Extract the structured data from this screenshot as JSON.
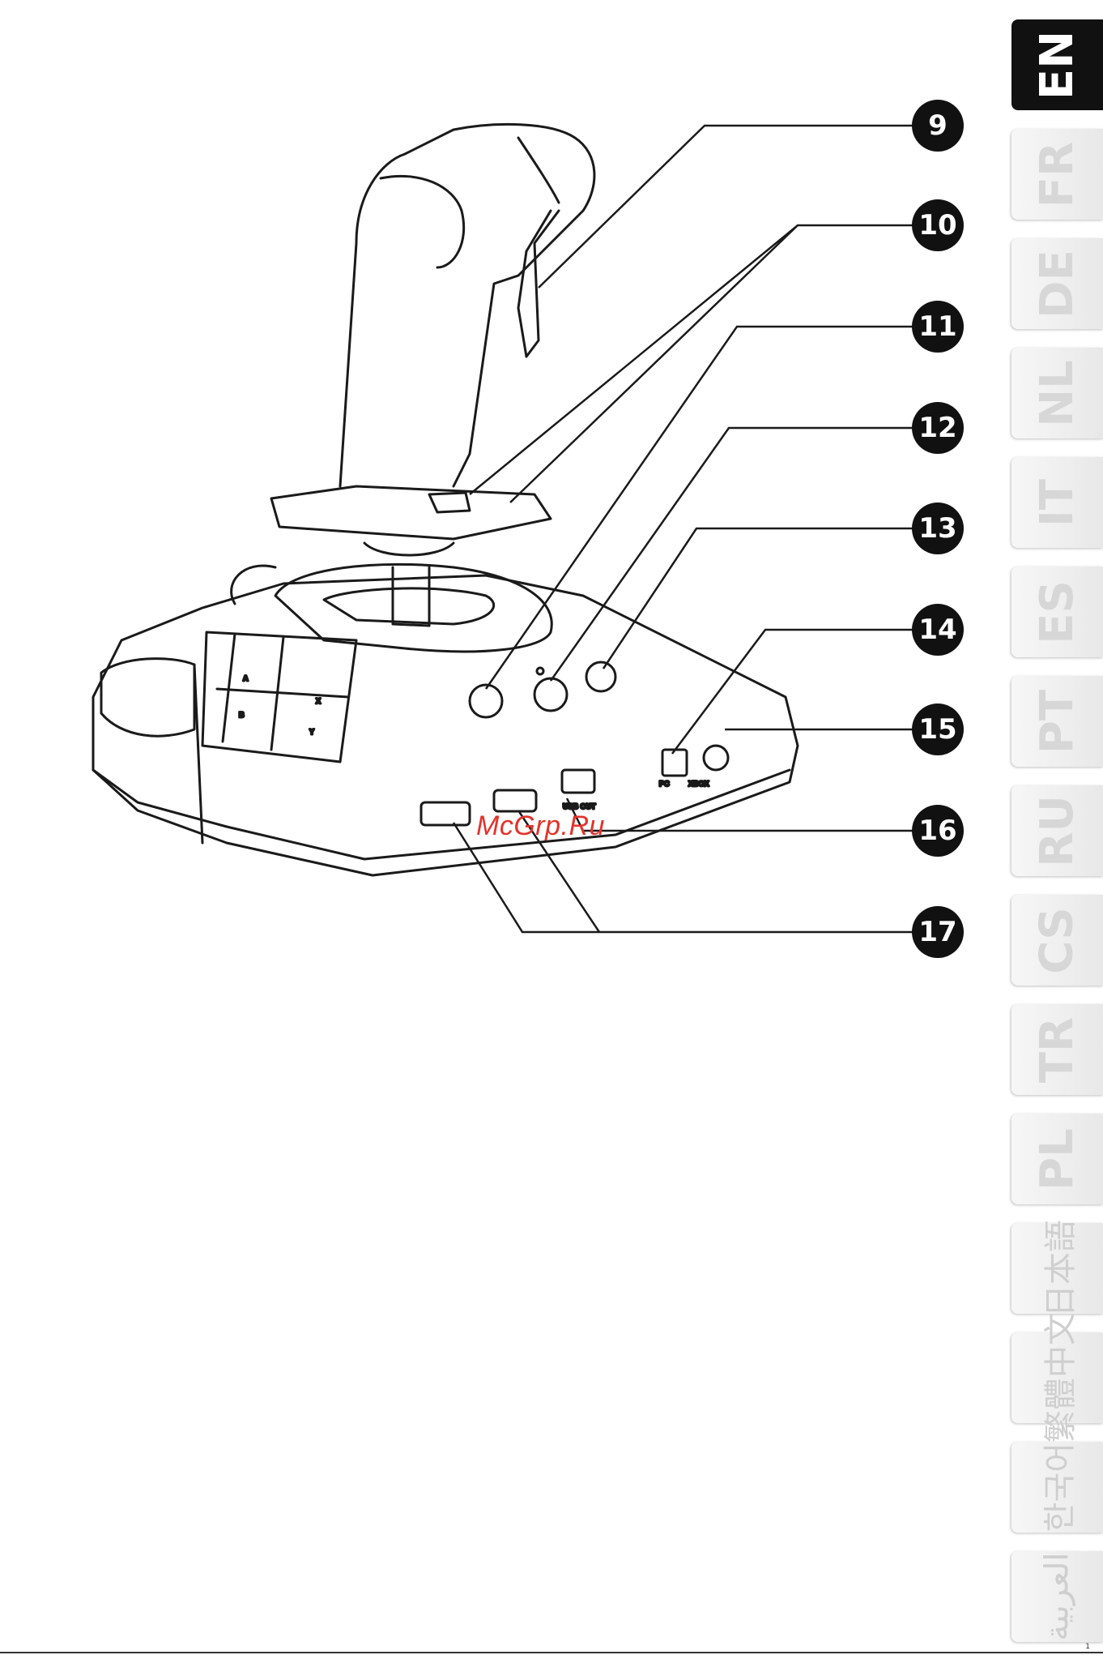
{
  "callouts": [
    "9",
    "10",
    "11",
    "12",
    "13",
    "14",
    "15",
    "16",
    "17"
  ],
  "base": {
    "button_labels": [
      "A",
      "B",
      "X",
      "Y"
    ],
    "port_labels": {
      "usb_out": "USB OUT",
      "pc": "PC",
      "xbox": "XBOX"
    }
  },
  "watermark": "McGrp.Ru",
  "languages": [
    {
      "code": "EN",
      "active": true
    },
    {
      "code": "FR"
    },
    {
      "code": "DE"
    },
    {
      "code": "NL"
    },
    {
      "code": "IT"
    },
    {
      "code": "ES"
    },
    {
      "code": "PT"
    },
    {
      "code": "RU"
    },
    {
      "code": "CS"
    },
    {
      "code": "TR"
    },
    {
      "code": "PL"
    },
    {
      "code": "日本語"
    },
    {
      "code": "繁體中文"
    },
    {
      "code": "한국어"
    },
    {
      "code": "العربية"
    }
  ],
  "page_number": "1"
}
